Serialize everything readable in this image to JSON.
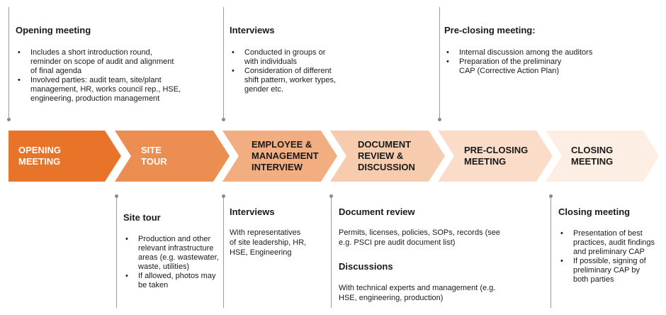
{
  "steps": [
    {
      "label": "OPENING MEETING",
      "color": "#e8742a",
      "text_color": "#ffffff"
    },
    {
      "label": "SITE TOUR",
      "color": "#ec8d51",
      "text_color": "#ffffff"
    },
    {
      "label": "EMPLOYEE & MANAGEMENT INTERVIEW",
      "color": "#f2ad80",
      "text_color": "#1a1a1a"
    },
    {
      "label": "DOCUMENT REVIEW & DISCUSSION",
      "color": "#f7cbad",
      "text_color": "#1a1a1a"
    },
    {
      "label": "PRE-CLOSING MEETING",
      "color": "#fadcc8",
      "text_color": "#1a1a1a"
    },
    {
      "label": "CLOSING MEETING",
      "color": "#fdeee3",
      "text_color": "#1a1a1a"
    }
  ],
  "top": {
    "opening": {
      "title": "Opening meeting",
      "items": [
        "Includes a short introduction round, reminder on scope of audit and alignment of final agenda",
        "Involved parties: audit team, site/plant management, HR, works council rep., HSE, engineering, production management"
      ]
    },
    "interviews": {
      "title": "Interviews",
      "items": [
        "Conducted in groups or with individuals",
        "Consideration of different shift pattern, worker types, gender etc."
      ]
    },
    "preclosing": {
      "title": "Pre-closing meeting:",
      "items": [
        "Internal discussion among the auditors",
        "Preparation of the preliminary CAP (Corrective Action Plan)"
      ]
    }
  },
  "bottom": {
    "sitetour": {
      "title": "Site tour",
      "items": [
        "Production and other relevant infrastructure areas (e.g. wastewater, waste, utilities)",
        "If allowed, photos may be taken"
      ]
    },
    "interviews": {
      "title": "Interviews",
      "text": "With representatives of site leadership, HR, HSE, Engineering"
    },
    "document": {
      "title": "Document review",
      "text": "Permits, licenses, policies, SOPs, records (see e.g. PSCI pre audit document list)",
      "subtitle": "Discussions",
      "subtext": "With technical experts and management (e.g. HSE, engineering, production)"
    },
    "closing": {
      "title": "Closing meeting",
      "items": [
        "Presentation of best practices, audit findings and preliminary CAP",
        "If possible, signing of preliminary CAP by both parties"
      ]
    }
  }
}
